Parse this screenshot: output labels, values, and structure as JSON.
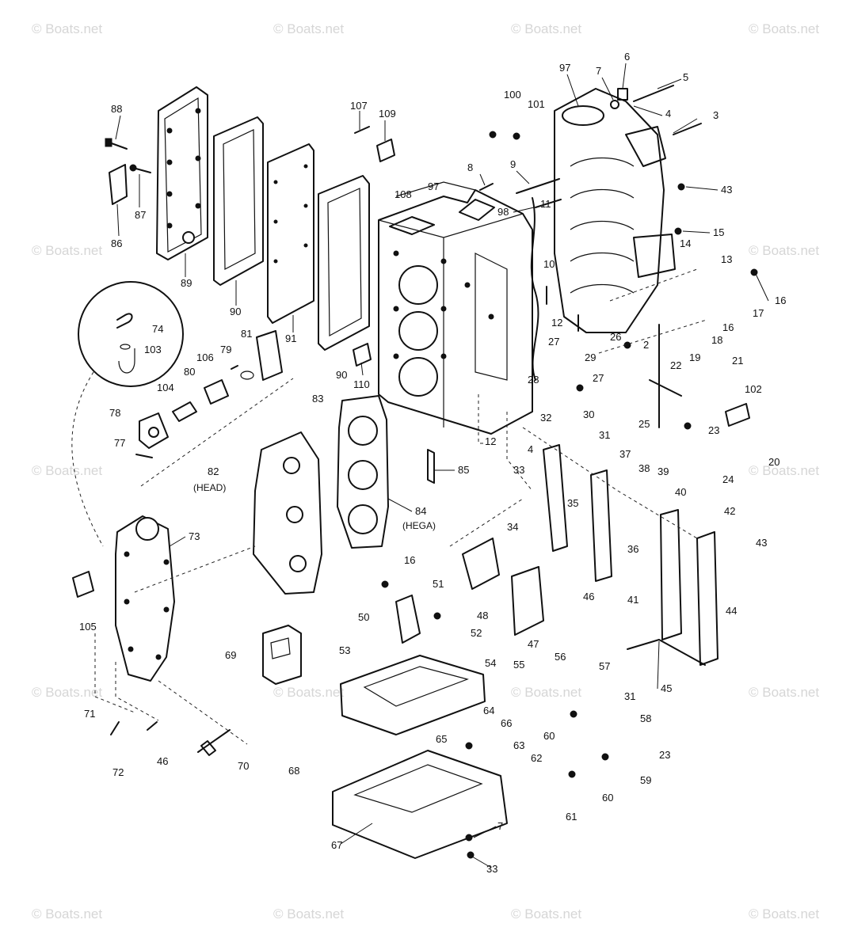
{
  "watermark": "© Boats.net",
  "callouts": {
    "n3": "3",
    "n4": "4",
    "n5": "5",
    "n6": "6",
    "n7": "7",
    "n8": "8",
    "n9": "9",
    "n10": "10",
    "n11": "11",
    "n12": "12",
    "n13": "13",
    "n14": "14",
    "n15": "15",
    "n16": "16",
    "n17": "17",
    "n18": "18",
    "n19": "19",
    "n2": "2",
    "n20": "20",
    "n21": "21",
    "n22": "22",
    "n23": "23",
    "n24": "24",
    "n25": "25",
    "n26": "26",
    "n27": "27",
    "n28": "28",
    "n29": "29",
    "n30": "30",
    "n31": "31",
    "n32": "32",
    "n33": "33",
    "n34": "34",
    "n35": "35",
    "n36": "36",
    "n37": "37",
    "n38": "38",
    "n39": "39",
    "n40": "40",
    "n41": "41",
    "n42": "42",
    "n43": "43",
    "n44": "44",
    "n45": "45",
    "n46": "46",
    "n47": "47",
    "n48": "48",
    "n50": "50",
    "n51": "51",
    "n52": "52",
    "n53": "53",
    "n54": "54",
    "n55": "55",
    "n56": "56",
    "n57": "57",
    "n58": "58",
    "n59": "59",
    "n60": "60",
    "n61": "61",
    "n62": "62",
    "n63": "63",
    "n64": "64",
    "n65": "65",
    "n66": "66",
    "n67": "67",
    "n68": "68",
    "n69": "69",
    "n70": "70",
    "n71": "71",
    "n72": "72",
    "n73": "73",
    "n74": "74",
    "n77": "77",
    "n78": "78",
    "n79": "79",
    "n80": "80",
    "n81": "81",
    "n82": "82",
    "n83": "83",
    "n84": "84",
    "n85": "85",
    "n86": "86",
    "n87": "87",
    "n88": "88",
    "n89": "89",
    "n90": "90",
    "n91": "91",
    "n97": "97",
    "n98": "98",
    "n100": "100",
    "n101": "101",
    "n102": "102",
    "n103": "103",
    "n104": "104",
    "n105": "105",
    "n106": "106",
    "n107": "107",
    "n108": "108",
    "n109": "109",
    "n110": "110"
  },
  "notes": {
    "head": "(HEAD)",
    "hega": "(HEGA)"
  }
}
